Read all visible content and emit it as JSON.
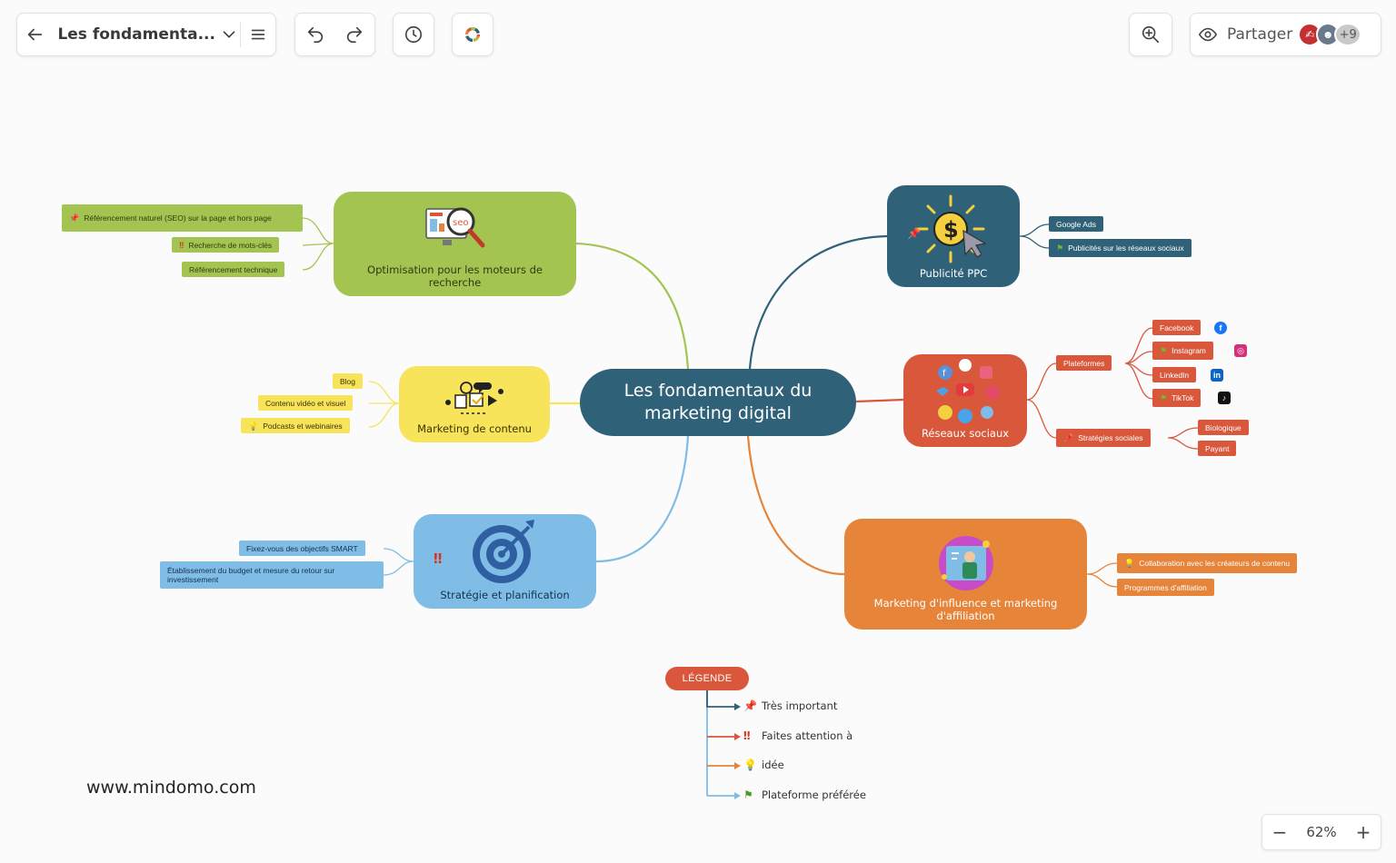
{
  "toolbar": {
    "doc_title": "Les fondamenta...",
    "share_label": "Partager",
    "extra_collaborators": "+9"
  },
  "map": {
    "central": "Les fondamentaux du marketing digital",
    "topics": {
      "seo": "Optimisation pour les moteurs de recherche",
      "content": "Marketing de contenu",
      "strategy": "Stratégie et planification",
      "ppc": "Publicité PPC",
      "social": "Réseaux sociaux",
      "influence": "Marketing d'influence et marketing d'affiliation"
    },
    "seo_items": [
      "Référencement naturel (SEO) sur la page et hors page",
      "Recherche de mots-clés",
      "Référencement technique"
    ],
    "content_items": [
      "Blog",
      "Contenu vidéo et visuel",
      "Podcasts et webinaires"
    ],
    "strategy_items": [
      "Fixez-vous des objectifs SMART",
      "Établissement du budget et mesure du retour sur investissement"
    ],
    "ppc_items": [
      "Google Ads",
      "Publicités sur les réseaux sociaux"
    ],
    "social_groups": [
      "Plateformes",
      "Stratégies sociales"
    ],
    "platforms": [
      "Facebook",
      "Instagram",
      "LinkedIn",
      "TikTok"
    ],
    "social_strategies": [
      "Biologique",
      "Payant"
    ],
    "influence_items": [
      "Collaboration avec les créateurs de contenu",
      "Programmes d'affiliation"
    ]
  },
  "legend": {
    "title": "LÉGENDE",
    "items": [
      "Très important",
      "Faites attention à",
      "idée",
      "Plateforme préférée"
    ]
  },
  "watermark": "www.mindomo.com",
  "zoom": {
    "minus": "−",
    "value": "62%",
    "plus": "+"
  },
  "colors": {
    "seo": "#a3c451",
    "content": "#f7e45a",
    "strategy": "#7fbde6",
    "ppc": "#2f6178",
    "social": "#d9583b",
    "influence": "#e6843a"
  }
}
